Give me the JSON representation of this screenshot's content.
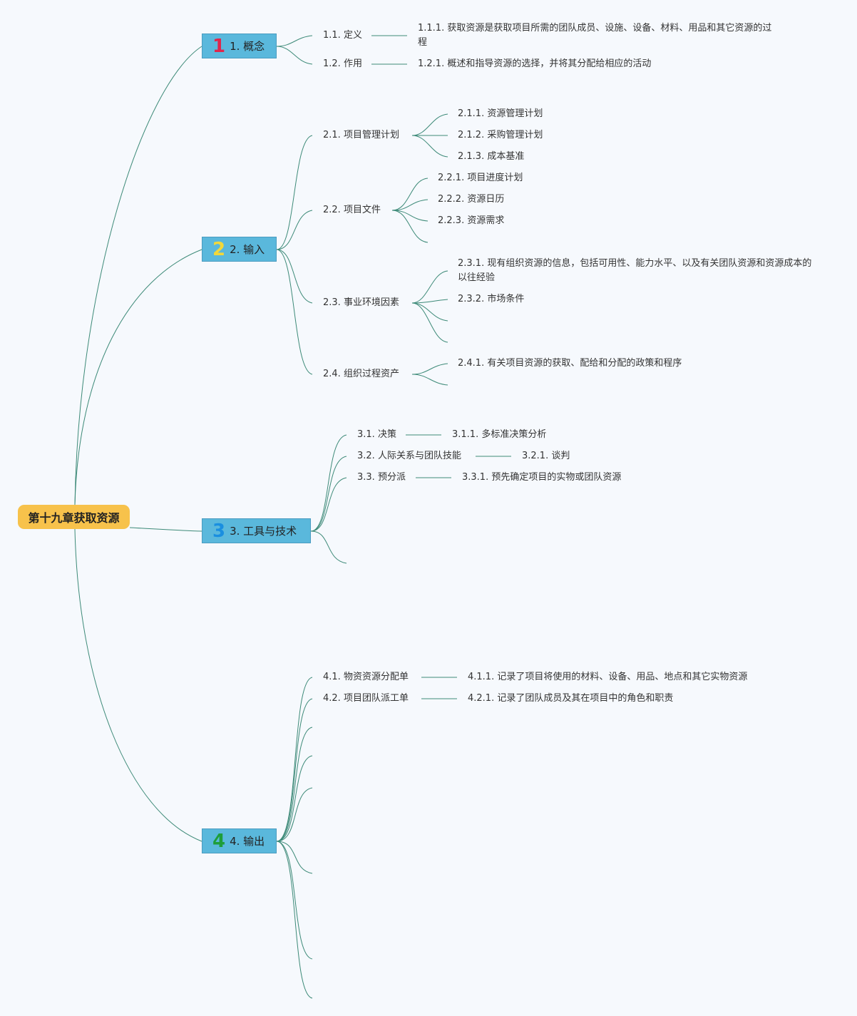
{
  "root": {
    "label": "第十九章获取资源",
    "color": "#f7c24b"
  },
  "line_color": "#3d8a78",
  "branch_color": "#5ab8dc",
  "branches": [
    {
      "label": "1. 概念",
      "number": "1",
      "number_color": "#e0264c",
      "children": [
        {
          "label": "1.1. 定义",
          "children": [
            "1.1.1. 获取资源是获取项目所需的团队成员、设施、设备、材料、用品和其它资源的过程"
          ]
        },
        {
          "label": "1.2. 作用",
          "children": [
            "1.2.1. 概述和指导资源的选择，并将其分配给相应的活动"
          ]
        }
      ]
    },
    {
      "label": "2. 输入",
      "number": "2",
      "number_color": "#f2d83a",
      "children": [
        {
          "label": "2.1. 项目管理计划",
          "children": [
            "2.1.1. 资源管理计划",
            "2.1.2. 采购管理计划",
            "2.1.3. 成本基准"
          ]
        },
        {
          "label": "2.2. 项目文件",
          "children": [
            "2.2.1. 项目进度计划",
            "2.2.2. 资源日历",
            "2.2.3. 资源需求"
          ]
        },
        {
          "label": "2.3. 事业环境因素",
          "children": [
            "2.3.1. 现有组织资源的信息，包括可用性、能力水平、以及有关团队资源和资源成本的以往经验",
            "2.3.2. 市场条件"
          ]
        },
        {
          "label": "2.4. 组织过程资产",
          "children": [
            "2.4.1. 有关项目资源的获取、配给和分配的政策和程序"
          ]
        }
      ]
    },
    {
      "label": "3. 工具与技术",
      "number": "3",
      "number_color": "#1a8fe0",
      "children": [
        {
          "label": "3.1. 决策",
          "children": [
            "3.1.1. 多标准决策分析"
          ]
        },
        {
          "label": "3.2. 人际关系与团队技能",
          "children": [
            "3.2.1. 谈判"
          ]
        },
        {
          "label": "3.3. 预分派",
          "children": [
            "3.3.1. 预先确定项目的实物或团队资源"
          ]
        }
      ]
    },
    {
      "label": "4. 输出",
      "number": "4",
      "number_color": "#1e9e3a",
      "children": [
        {
          "label": "4.1. 物资资源分配单",
          "children": [
            "4.1.1. 记录了项目将使用的材料、设备、用品、地点和其它实物资源"
          ]
        },
        {
          "label": "4.2. 项目团队派工单",
          "children": [
            "4.2.1. 记录了团队成员及其在项目中的角色和职责"
          ]
        }
      ]
    }
  ]
}
